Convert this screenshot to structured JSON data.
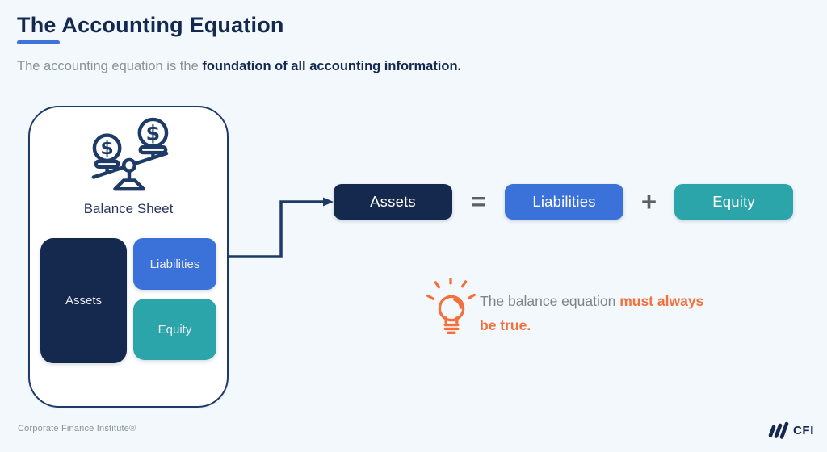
{
  "page": {
    "background_color": "#f3f8fc"
  },
  "header": {
    "title": "The Accounting Equation",
    "accent_color": "#3e73d9",
    "subtitle_plain": "The accounting equation is the ",
    "subtitle_bold": "foundation of all accounting information."
  },
  "card": {
    "label": "Balance Sheet",
    "icon": "balance-scale-icon",
    "assets_label": "Assets",
    "liabilities_label": "Liabilities",
    "equity_label": "Equity",
    "assets_color": "#15294e",
    "liabilities_color": "#3b72d9",
    "equity_color": "#2ba4aa",
    "border_color": "#1e3a66"
  },
  "equation": {
    "terms": [
      {
        "label": "Assets",
        "color": "#15294e"
      },
      {
        "label": "Liabilities",
        "color": "#3b72d9"
      },
      {
        "label": "Equity",
        "color": "#2ba4aa"
      }
    ],
    "operators": [
      "=",
      "+"
    ],
    "operator_color": "#5b5f66"
  },
  "tip": {
    "icon": "lightbulb-icon",
    "text_gray": "The balance equation ",
    "text_orange_1": "must always",
    "text_orange_2": "be true.",
    "highlight_color": "#f3703c"
  },
  "footer": {
    "credit": "Corporate Finance Institute®",
    "logo_text": "CFI"
  }
}
